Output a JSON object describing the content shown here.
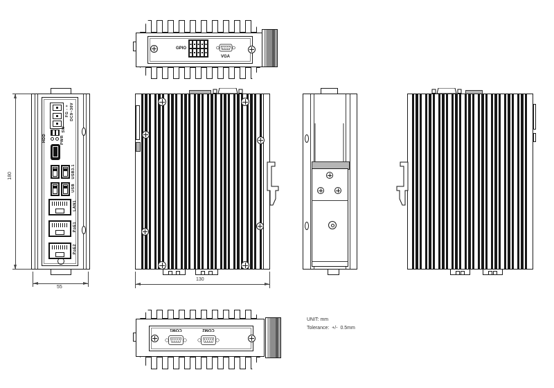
{
  "colors": {
    "line": "#1a1a1a",
    "bracket_gray": "#8d8d8d",
    "background": "#ffffff"
  },
  "note": {
    "unit": "UNIT: mm",
    "tolerance": "Tolerance:  +/-  0.5mm"
  },
  "dimensions": {
    "height_mm": "180",
    "width_mm": "55",
    "depth_mm": "130"
  },
  "top_view": {
    "gpio": "GPIO",
    "vga": "VGA"
  },
  "front_view": {
    "power_pins": "FG - +",
    "power_rating": "DC9~36V",
    "remote_switch": "SW",
    "hdd_led": "HDD",
    "pwr_led": "PWR",
    "usb3": "USB3.1",
    "usb2": "USB",
    "lan1": "LAN1",
    "poe1": "PoE1",
    "poe2": "PoE2"
  },
  "bottom_view": {
    "com1": "COM1",
    "com2": "COM2"
  }
}
